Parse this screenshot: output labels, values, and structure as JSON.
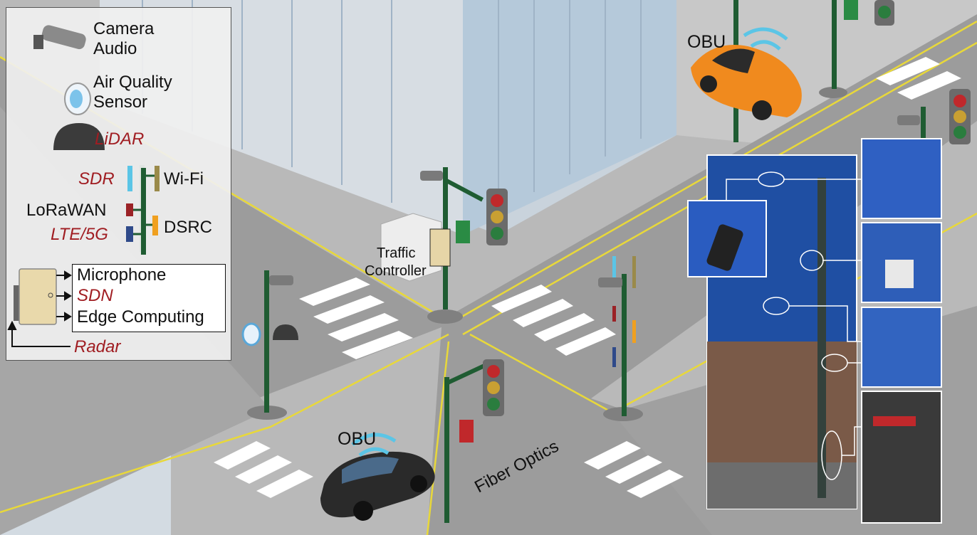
{
  "legend": {
    "camera": "Camera",
    "audio": "Audio",
    "air_quality_1": "Air Quality",
    "air_quality_2": "Sensor",
    "lidar": "LiDAR",
    "sdr": "SDR",
    "wifi": "Wi-Fi",
    "lorawan": "LoRaWAN",
    "dsrc": "DSRC",
    "lte": "LTE/5G",
    "microphone": "Microphone",
    "sdn": "SDN",
    "edge": "Edge Computing",
    "radar": "Radar"
  },
  "scene": {
    "obu_top": "OBU",
    "obu_bottom": "OBU",
    "traffic_controller_1": "Traffic",
    "traffic_controller_2": "Controller",
    "fiber_optics": "Fiber Optics"
  },
  "colors": {
    "red_text": "#a01d22",
    "pole_green": "#1f5c32",
    "road": "#9c9c9c",
    "lane_yellow": "#e8d83a",
    "sdr_blue": "#5bc5e6",
    "wifi_olive": "#9a8a4a",
    "lora_red": "#9b2226",
    "dsrc_orange": "#f0a020",
    "lte_navy": "#2f4a8a"
  }
}
